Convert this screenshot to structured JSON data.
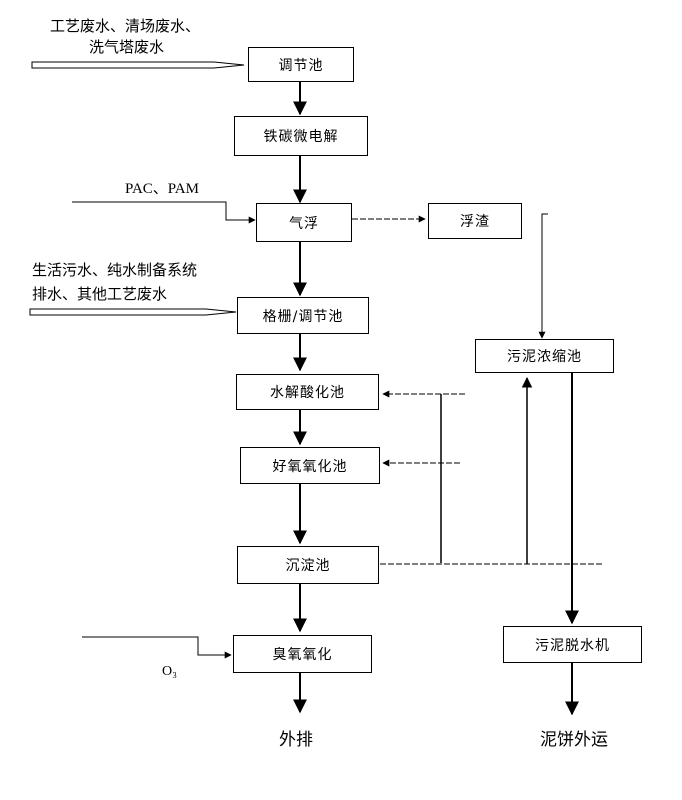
{
  "inputs": {
    "process_wastewater_line1": "工艺废水、清场废水、",
    "process_wastewater_line2": "洗气塔废水",
    "pac_pam": "PAC、PAM",
    "domestic_line1": "生活污水、纯水制备系统",
    "domestic_line2": "排水、其他工艺废水",
    "ozone": "O₃"
  },
  "boxes": {
    "regulating_tank": "调节池",
    "iron_carbon": "铁碳微电解",
    "air_flotation": "气浮",
    "scum": "浮渣",
    "grille_regulating": "格栅/调节池",
    "sludge_thickener": "污泥浓缩池",
    "hydrolysis": "水解酸化池",
    "aerobic": "好氧氧化池",
    "sedimentation": "沉淀池",
    "ozone_oxidation": "臭氧氧化",
    "dewatering": "污泥脱水机"
  },
  "outputs": {
    "discharge": "外排",
    "sludge_cake": "泥饼外运"
  },
  "colors": {
    "line": "#000000",
    "background": "#ffffff"
  }
}
